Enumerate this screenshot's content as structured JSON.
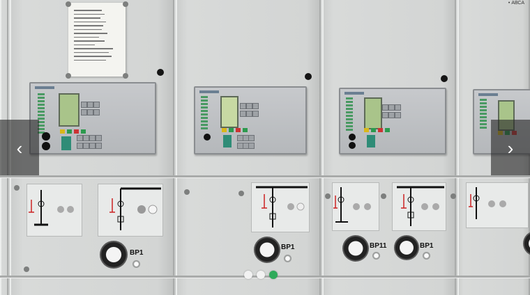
{
  "carousel": {
    "prev_label": "‹",
    "next_label": "›",
    "slide_count": 3,
    "active_slide": 3
  },
  "photo": {
    "corner_tag": "• АВСА",
    "gauge_labels": [
      "BP1",
      "BP1",
      "BP11",
      "BP1"
    ]
  },
  "colors": {
    "active_dot": "#2eaa5a",
    "inactive_dot": "#f2f2f2",
    "nav_overlay": "rgba(40,40,40,0.62)"
  },
  "icons": {
    "prev": "chevron-left-icon",
    "next": "chevron-right-icon"
  }
}
